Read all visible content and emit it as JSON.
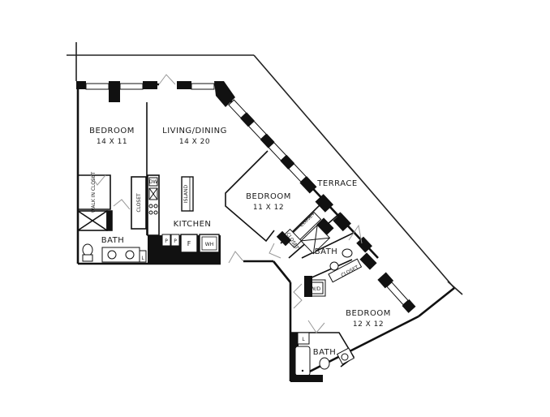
{
  "plan": {
    "type": "apartment floor plan",
    "colors": {
      "wall": "#111111",
      "line": "#222222",
      "door": "#999999",
      "background": "#ffffff"
    },
    "rooms": [
      {
        "id": "bedroom1",
        "name": "BEDROOM",
        "dims": "14 X 11"
      },
      {
        "id": "living",
        "name": "LIVING/DINING",
        "dims": "14 X 20"
      },
      {
        "id": "bedroom2",
        "name": "BEDROOM",
        "dims": "11 X 12"
      },
      {
        "id": "terrace",
        "name": "TERRACE"
      },
      {
        "id": "kitchen",
        "name": "KITCHEN"
      },
      {
        "id": "bath1",
        "name": "BATH"
      },
      {
        "id": "bath2",
        "name": "BATH"
      },
      {
        "id": "bedroom3",
        "name": "BEDROOM",
        "dims": "12 X 12"
      },
      {
        "id": "bath3",
        "name": "BATH"
      }
    ],
    "fixtures": {
      "walk_in_closet": "WALK IN CLOSET",
      "closet": "CLOSET",
      "island": "ISLAND",
      "dw": "DW",
      "pantry1": "P",
      "pantry2": "P",
      "fridge": "F",
      "water_heater": "WH",
      "linen": "L",
      "washer_dryer": "W/D"
    }
  }
}
